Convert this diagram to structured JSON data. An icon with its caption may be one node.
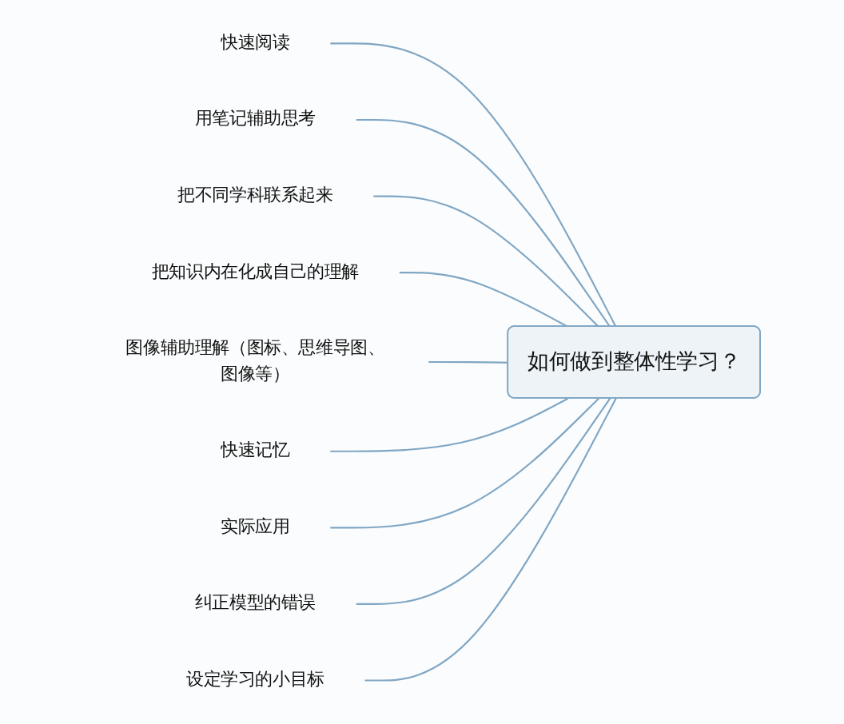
{
  "diagram": {
    "nodes": [
      {
        "text": [
          "如何做到整体性学习？"
        ]
      },
      {
        "text": [
          "快速阅读"
        ]
      },
      {
        "text": [
          "用笔记辅助思考"
        ]
      },
      {
        "text": [
          "把不同学科联系起来"
        ]
      },
      {
        "text": [
          "把知识内在化成自己的理解"
        ]
      },
      {
        "text": [
          "图像辅助理解（图标、思维导图、图像等）"
        ]
      },
      {
        "text": [
          "快速记忆"
        ]
      },
      {
        "text": [
          "实际应用"
        ]
      },
      {
        "text": [
          "纠正模型的错误"
        ]
      },
      {
        "text": [
          "设定学习的小目标"
        ]
      }
    ],
    "edges": [
      {
        "from": 0,
        "to": 1,
        "arrow": "none"
      },
      {
        "from": 0,
        "to": 2,
        "arrow": "none"
      },
      {
        "from": 0,
        "to": 3,
        "arrow": "none"
      },
      {
        "from": 0,
        "to": 4,
        "arrow": "none"
      },
      {
        "from": 0,
        "to": 5,
        "arrow": "none"
      },
      {
        "from": 0,
        "to": 6,
        "arrow": "none"
      },
      {
        "from": 0,
        "to": 7,
        "arrow": "none"
      },
      {
        "from": 0,
        "to": 8,
        "arrow": "none"
      },
      {
        "from": 0,
        "to": 9,
        "arrow": "none"
      }
    ]
  }
}
